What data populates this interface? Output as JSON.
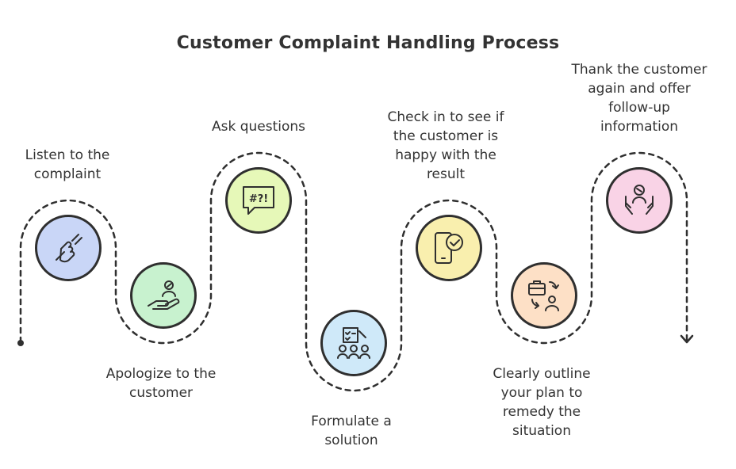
{
  "title": "Customer Complaint Handling Process",
  "steps": [
    {
      "label": "Listen to the\ncomplaint",
      "icon": "hand-gesture-icon",
      "color": "#c9d6f7"
    },
    {
      "label": "Apologize to the\ncustomer",
      "icon": "offering-hand-icon",
      "color": "#c8f2cf"
    },
    {
      "label": "Ask questions",
      "icon": "speech-bubble-icon",
      "color": "#e6f8b8"
    },
    {
      "label": "Formulate a\nsolution",
      "icon": "team-plan-icon",
      "color": "#cfe9f9"
    },
    {
      "label": "Check in to see if\nthe customer is\nhappy with the\nresult",
      "icon": "phone-check-icon",
      "color": "#f9efae"
    },
    {
      "label": "Clearly outline\nyour plan to\nremedy the\nsituation",
      "icon": "briefcase-swap-icon",
      "color": "#fde0c6"
    },
    {
      "label": "Thank the customer\nagain and offer\nfollow-up\ninformation",
      "icon": "thanks-person-icon",
      "color": "#f9d3e6"
    }
  ]
}
